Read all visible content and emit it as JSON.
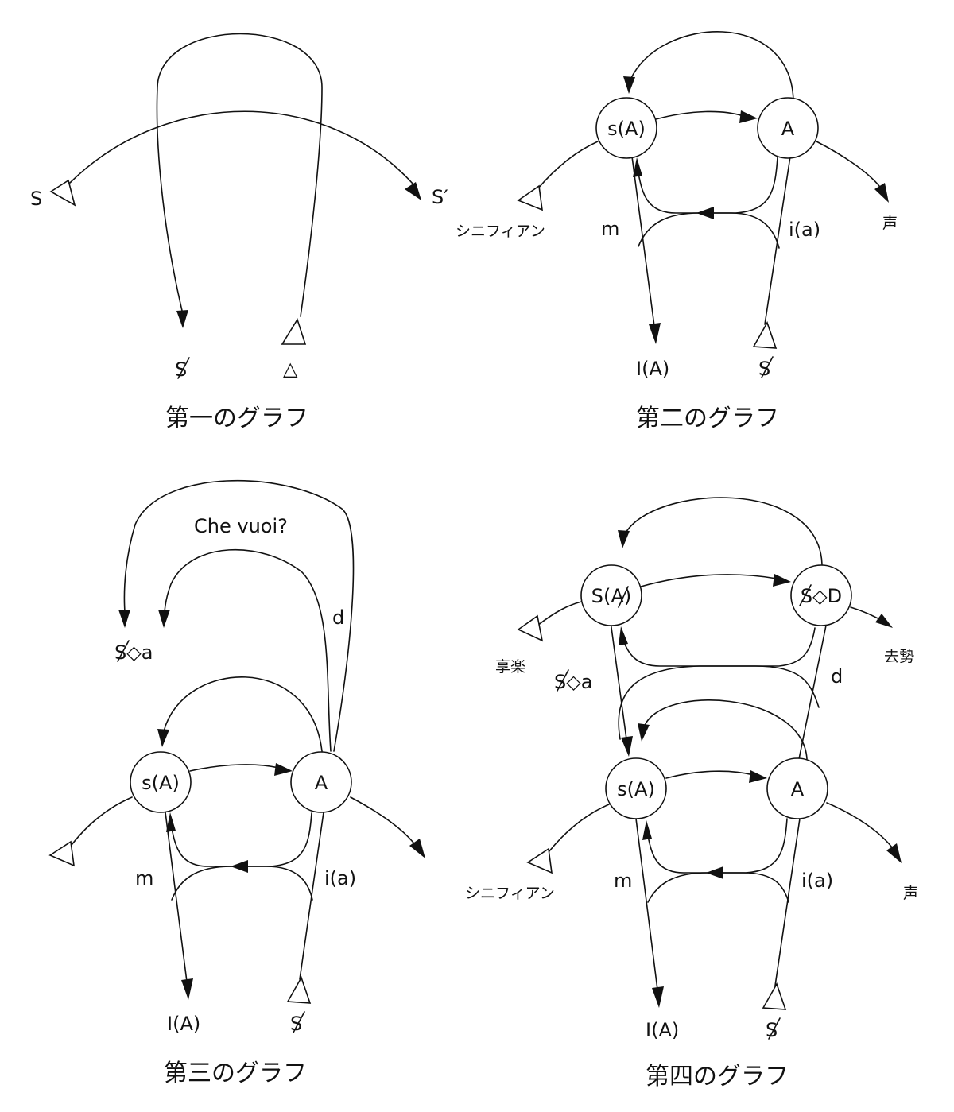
{
  "graph1": {
    "caption": "第一のグラフ",
    "S": "S",
    "S_prime": "S′",
    "barred_S": "S",
    "delta": "△"
  },
  "graph2": {
    "caption": "第二のグラフ",
    "node_sA": "s(A)",
    "node_A": "A",
    "signifiant": "シニフィアン",
    "voice": "声",
    "m": "m",
    "i_a": "i(a)",
    "I_A": "I(A)",
    "barred_S": "S"
  },
  "graph3": {
    "caption": "第三のグラフ",
    "che_vuoi": "Che vuoi?",
    "d": "d",
    "fantasy": "S◇a",
    "node_sA": "s(A)",
    "node_A": "A",
    "m": "m",
    "i_a": "i(a)",
    "I_A": "I(A)",
    "barred_S": "S"
  },
  "graph4": {
    "caption": "第四のグラフ",
    "node_S_barredA": "S(A)",
    "node_drive": "S◇D",
    "jouissance": "享楽",
    "castration": "去勢",
    "fantasy": "S◇a",
    "d": "d",
    "node_sA": "s(A)",
    "node_A": "A",
    "signifiant": "シニフィアン",
    "voice": "声",
    "m": "m",
    "i_a": "i(a)",
    "I_A": "I(A)",
    "barred_S": "S"
  }
}
